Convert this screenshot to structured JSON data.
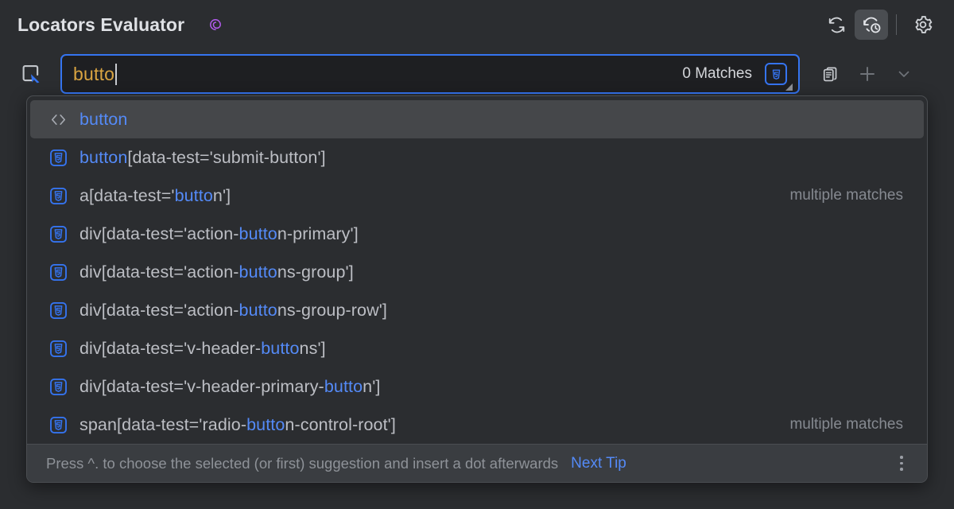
{
  "header": {
    "title": "Locators Evaluator",
    "brand_icon": "spiral-logo-icon",
    "accent_purple": "#b45cf0",
    "actions": [
      {
        "name": "refresh-icon",
        "tooltip": "Refresh",
        "active": false
      },
      {
        "name": "auto-refresh-icon",
        "tooltip": "Auto Refresh",
        "active": true
      },
      {
        "name": "settings-gear-icon",
        "tooltip": "Settings",
        "active": false
      }
    ]
  },
  "search": {
    "picker_icon": "select-element-icon",
    "value": "butto",
    "placeholder": "",
    "matches_label": "0 Matches",
    "match_count": 0,
    "type_badge_icon": "css-selector-icon",
    "type_badge_color": "#3574f0",
    "tools": [
      {
        "name": "copy-documents-icon",
        "label": ""
      },
      {
        "name": "add-plus-icon",
        "label": ""
      },
      {
        "name": "chevron-down-icon",
        "label": ""
      }
    ]
  },
  "suggestions": {
    "query": "butto",
    "highlight_color": "#548af7",
    "items": [
      {
        "icon": "html-tag-icon",
        "prefix": "",
        "match": "butto",
        "suffix": "n",
        "tag_colored": true,
        "note": "",
        "selected": true
      },
      {
        "icon": "css-selector-icon",
        "prefix": "",
        "match": "butto",
        "suffix": "n[data-test='submit-button']",
        "tag_colored": true,
        "note": "",
        "selected": false
      },
      {
        "icon": "css-selector-icon",
        "prefix": "a[data-test='",
        "match": "butto",
        "suffix": "n']",
        "tag_colored": false,
        "note": "multiple matches",
        "selected": false
      },
      {
        "icon": "css-selector-icon",
        "prefix": "div[data-test='action-",
        "match": "butto",
        "suffix": "n-primary']",
        "tag_colored": false,
        "note": "",
        "selected": false
      },
      {
        "icon": "css-selector-icon",
        "prefix": "div[data-test='action-",
        "match": "butto",
        "suffix": "ns-group']",
        "tag_colored": false,
        "note": "",
        "selected": false
      },
      {
        "icon": "css-selector-icon",
        "prefix": "div[data-test='action-",
        "match": "butto",
        "suffix": "ns-group-row']",
        "tag_colored": false,
        "note": "",
        "selected": false
      },
      {
        "icon": "css-selector-icon",
        "prefix": "div[data-test='v-header-",
        "match": "butto",
        "suffix": "ns']",
        "tag_colored": false,
        "note": "",
        "selected": false
      },
      {
        "icon": "css-selector-icon",
        "prefix": "div[data-test='v-header-primary-",
        "match": "butto",
        "suffix": "n']",
        "tag_colored": false,
        "note": "",
        "selected": false
      },
      {
        "icon": "css-selector-icon",
        "prefix": "span[data-test='radio-",
        "match": "butto",
        "suffix": "n-control-root']",
        "tag_colored": false,
        "note": "multiple matches",
        "selected": false
      }
    ]
  },
  "hint": {
    "text": "Press ^. to choose the selected (or first) suggestion and insert a dot afterwards",
    "link": "Next Tip",
    "menu_icon": "kebab-menu-icon"
  }
}
